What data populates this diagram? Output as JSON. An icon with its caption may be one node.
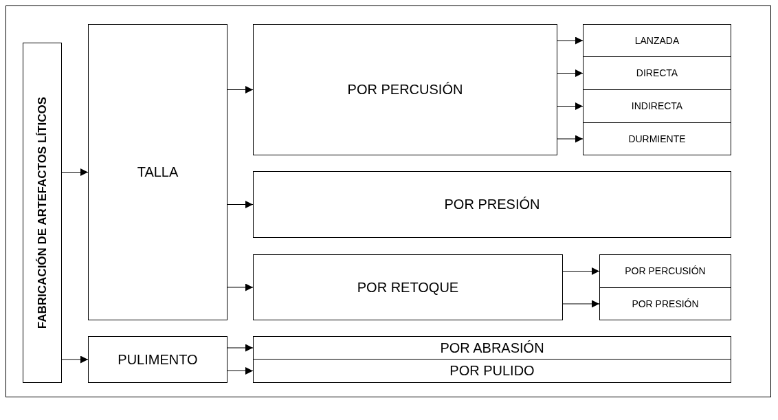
{
  "diagram": {
    "nodes": [
      {
        "text": [
          "FABRICACIÓN DE ARTEFACTOS LÍTICOS"
        ]
      },
      {
        "text": [
          "TALLA"
        ]
      },
      {
        "text": [
          "POR PERCUSIÓN"
        ]
      },
      {
        "text": [
          "LANZADA"
        ]
      },
      {
        "text": [
          "DIRECTA"
        ]
      },
      {
        "text": [
          "INDIRECTA"
        ]
      },
      {
        "text": [
          "DURMIENTE"
        ]
      },
      {
        "text": [
          "POR PRESIÓN"
        ]
      },
      {
        "text": [
          "POR RETOQUE"
        ]
      },
      {
        "text": [
          "POR PERCUSIÓN"
        ]
      },
      {
        "text": [
          "POR PRESIÓN"
        ]
      },
      {
        "text": [
          "PULIMENTO"
        ]
      },
      {
        "text": [
          "POR ABRASIÓN"
        ]
      },
      {
        "text": [
          "POR PULIDO"
        ]
      }
    ],
    "edges": [
      {
        "from": 0,
        "to": 1,
        "arrow": "to"
      },
      {
        "from": 0,
        "to": 11,
        "arrow": "to"
      },
      {
        "from": 1,
        "to": 2,
        "arrow": "to"
      },
      {
        "from": 1,
        "to": 7,
        "arrow": "to"
      },
      {
        "from": 1,
        "to": 8,
        "arrow": "to"
      },
      {
        "from": 2,
        "to": 3,
        "arrow": "to"
      },
      {
        "from": 2,
        "to": 4,
        "arrow": "to"
      },
      {
        "from": 2,
        "to": 5,
        "arrow": "to"
      },
      {
        "from": 2,
        "to": 6,
        "arrow": "to"
      },
      {
        "from": 8,
        "to": 9,
        "arrow": "to"
      },
      {
        "from": 8,
        "to": 10,
        "arrow": "to"
      },
      {
        "from": 11,
        "to": 12,
        "arrow": "to"
      },
      {
        "from": 11,
        "to": 13,
        "arrow": "to"
      }
    ]
  }
}
